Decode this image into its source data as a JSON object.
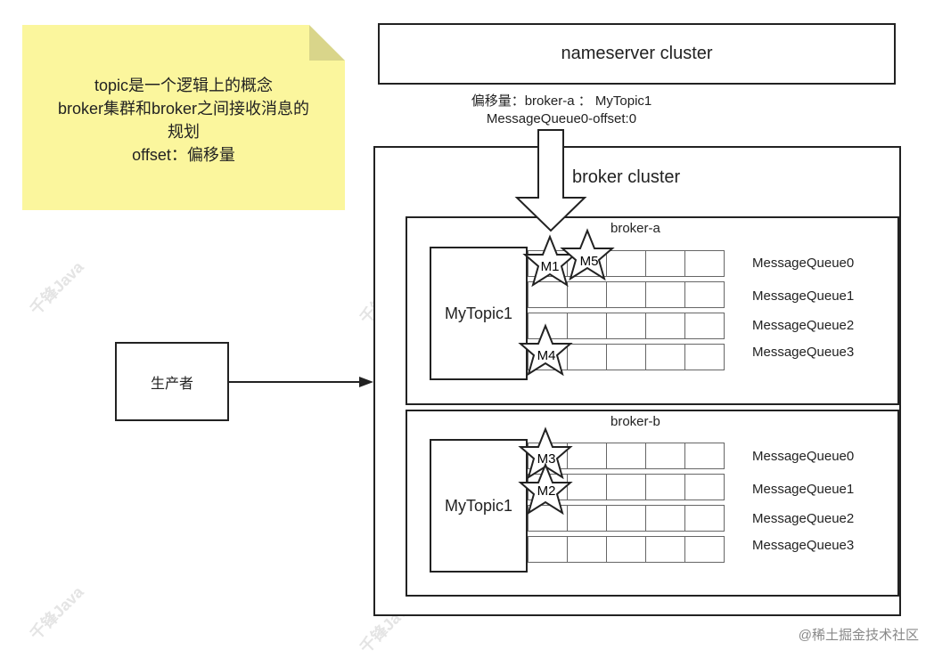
{
  "note": {
    "lines": [
      "topic是一个逻辑上的概念",
      "broker集群和broker之间接收消息的",
      "规划",
      "offset：偏移量"
    ]
  },
  "nameserver": {
    "label": "nameserver cluster"
  },
  "offset_label": {
    "line1": "偏移量：broker-a ：  MyTopic1",
    "line2": "MessageQueue0-offset:0"
  },
  "broker_cluster": {
    "label": "broker cluster"
  },
  "brokers": [
    {
      "label": "broker-a",
      "topic": "MyTopic1",
      "queues": [
        "MessageQueue0",
        "MessageQueue1",
        "MessageQueue2",
        "MessageQueue3"
      ],
      "messages": [
        "M1",
        "M5",
        "M4"
      ]
    },
    {
      "label": "broker-b",
      "topic": "MyTopic1",
      "queues": [
        "MessageQueue0",
        "MessageQueue1",
        "MessageQueue2",
        "MessageQueue3"
      ],
      "messages": [
        "M3",
        "M2"
      ]
    }
  ],
  "producer": {
    "label": "生产者"
  },
  "watermark": "千锋Java",
  "credit": "@稀土掘金技术社区",
  "colors": {
    "note_bg": "#fbf69d",
    "line": "#222222"
  }
}
